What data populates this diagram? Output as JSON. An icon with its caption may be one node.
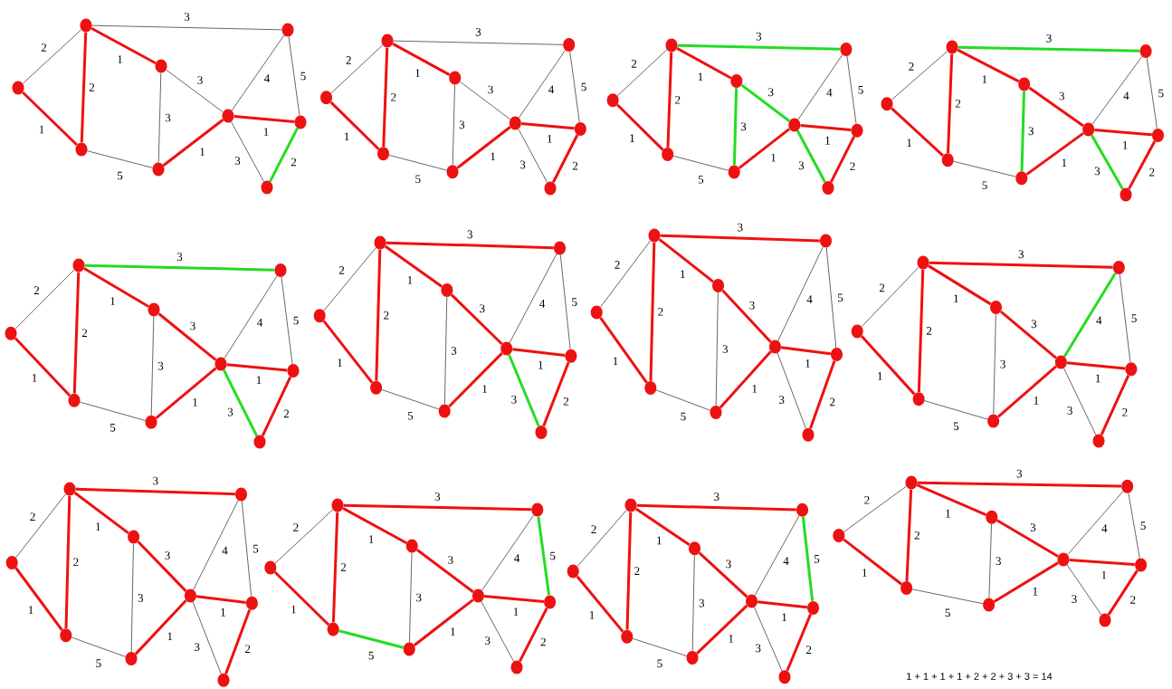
{
  "diagram": {
    "nodes": [
      {
        "text": [],
        "shape": "circle"
      },
      {
        "text": [],
        "shape": "circle"
      },
      {
        "text": [],
        "shape": "circle"
      },
      {
        "text": [],
        "shape": "circle"
      },
      {
        "text": [],
        "shape": "circle"
      },
      {
        "text": [],
        "shape": "circle"
      },
      {
        "text": [],
        "shape": "circle"
      },
      {
        "text": [],
        "shape": "circle"
      },
      {
        "text": [],
        "shape": "circle"
      },
      {
        "text": [],
        "shape": "circle"
      },
      {
        "text": [],
        "shape": "circle"
      },
      {
        "text": [],
        "shape": "circle"
      },
      {
        "text": [],
        "shape": "circle"
      },
      {
        "text": [],
        "shape": "circle"
      },
      {
        "text": [],
        "shape": "circle"
      },
      {
        "text": [],
        "shape": "circle"
      },
      {
        "text": [],
        "shape": "circle"
      },
      {
        "text": [],
        "shape": "circle"
      },
      {
        "text": [],
        "shape": "circle"
      },
      {
        "text": [],
        "shape": "circle"
      },
      {
        "text": [],
        "shape": "circle"
      },
      {
        "text": [],
        "shape": "circle"
      },
      {
        "text": [],
        "shape": "circle"
      },
      {
        "text": [],
        "shape": "circle"
      },
      {
        "text": [],
        "shape": "circle"
      },
      {
        "text": [],
        "shape": "circle"
      },
      {
        "text": [],
        "shape": "circle"
      },
      {
        "text": [],
        "shape": "circle"
      },
      {
        "text": [],
        "shape": "circle"
      },
      {
        "text": [],
        "shape": "circle"
      },
      {
        "text": [],
        "shape": "circle"
      },
      {
        "text": [],
        "shape": "circle"
      },
      {
        "text": [],
        "shape": "circle"
      },
      {
        "text": [],
        "shape": "circle"
      },
      {
        "text": [],
        "shape": "circle"
      },
      {
        "text": [],
        "shape": "circle"
      },
      {
        "text": [],
        "shape": "circle"
      },
      {
        "text": [],
        "shape": "circle"
      },
      {
        "text": [],
        "shape": "circle"
      },
      {
        "text": [],
        "shape": "circle"
      },
      {
        "text": [],
        "shape": "circle"
      },
      {
        "text": [],
        "shape": "circle"
      },
      {
        "text": [],
        "shape": "circle"
      },
      {
        "text": [],
        "shape": "circle"
      },
      {
        "text": [],
        "shape": "circle"
      },
      {
        "text": [],
        "shape": "circle"
      },
      {
        "text": [],
        "shape": "circle"
      },
      {
        "text": [],
        "shape": "circle"
      },
      {
        "text": [],
        "shape": "circle"
      },
      {
        "text": [],
        "shape": "circle"
      },
      {
        "text": [],
        "shape": "circle"
      },
      {
        "text": [],
        "shape": "circle"
      },
      {
        "text": [],
        "shape": "circle"
      },
      {
        "text": [],
        "shape": "circle"
      },
      {
        "text": [],
        "shape": "circle"
      },
      {
        "text": [],
        "shape": "circle"
      },
      {
        "text": [],
        "shape": "circle"
      },
      {
        "text": [],
        "shape": "circle"
      },
      {
        "text": [],
        "shape": "circle"
      },
      {
        "text": [],
        "shape": "circle"
      },
      {
        "text": [],
        "shape": "circle"
      },
      {
        "text": [],
        "shape": "circle"
      },
      {
        "text": [],
        "shape": "circle"
      },
      {
        "text": [],
        "shape": "circle"
      },
      {
        "text": [],
        "shape": "circle"
      },
      {
        "text": [],
        "shape": "circle"
      },
      {
        "text": [],
        "shape": "circle"
      },
      {
        "text": [],
        "shape": "circle"
      },
      {
        "text": [],
        "shape": "circle"
      },
      {
        "text": [],
        "shape": "circle"
      },
      {
        "text": [],
        "shape": "circle"
      },
      {
        "text": [],
        "shape": "circle"
      },
      {
        "text": [],
        "shape": "circle"
      },
      {
        "text": [],
        "shape": "circle"
      },
      {
        "text": [],
        "shape": "circle"
      },
      {
        "text": [],
        "shape": "circle"
      },
      {
        "text": [],
        "shape": "circle"
      },
      {
        "text": [],
        "shape": "circle"
      },
      {
        "text": [],
        "shape": "circle"
      },
      {
        "text": [],
        "shape": "circle"
      },
      {
        "text": [],
        "shape": "circle"
      },
      {
        "text": [],
        "shape": "circle"
      },
      {
        "text": [],
        "shape": "circle"
      },
      {
        "text": [],
        "shape": "circle"
      },
      {
        "text": [],
        "shape": "circle"
      },
      {
        "text": [],
        "shape": "circle"
      },
      {
        "text": [],
        "shape": "circle"
      },
      {
        "text": [],
        "shape": "circle"
      },
      {
        "text": [],
        "shape": "circle"
      },
      {
        "text": [],
        "shape": "circle"
      },
      {
        "text": [],
        "shape": "circle"
      },
      {
        "text": [],
        "shape": "circle"
      },
      {
        "text": [],
        "shape": "circle"
      },
      {
        "text": [],
        "shape": "circle"
      },
      {
        "text": [],
        "shape": "circle"
      },
      {
        "text": [],
        "shape": "circle"
      },
      {
        "text": [],
        "shape": "circle"
      },
      {
        "text": [],
        "shape": "circle"
      },
      {
        "text": [],
        "shape": "circle"
      },
      {
        "text": [],
        "shape": "circle"
      },
      {
        "text": [],
        "shape": "circle"
      },
      {
        "text": [],
        "shape": "circle"
      },
      {
        "text": [],
        "shape": "circle"
      },
      {
        "text": [],
        "shape": "circle"
      },
      {
        "text": [],
        "shape": "circle"
      },
      {
        "text": [],
        "shape": "circle"
      },
      {
        "text": [],
        "shape": "circle"
      },
      {
        "text": [],
        "shape": "circle"
      }
    ],
    "edges": [
      {
        "from": 0,
        "to": 2,
        "arrow": "none",
        "label": "2",
        "color": "#000000"
      },
      {
        "from": 0,
        "to": 1,
        "arrow": "none",
        "label": "1"
      },
      {
        "from": 2,
        "to": 1,
        "arrow": "none",
        "label": "2"
      },
      {
        "from": 2,
        "to": 4,
        "arrow": "none",
        "label": "1"
      },
      {
        "from": 2,
        "to": 7,
        "arrow": "none",
        "label": "3",
        "color": "#000000"
      },
      {
        "from": 1,
        "to": 3,
        "arrow": "none",
        "label": "5",
        "color": "#000000"
      },
      {
        "from": 4,
        "to": 3,
        "arrow": "none",
        "label": "3",
        "color": "#000000"
      },
      {
        "from": 4,
        "to": 5,
        "arrow": "none",
        "label": "3",
        "color": "#000000"
      },
      {
        "from": 3,
        "to": 5,
        "arrow": "none",
        "label": "1"
      },
      {
        "from": 7,
        "to": 5,
        "arrow": "none",
        "label": "4",
        "color": "#000000"
      },
      {
        "from": 7,
        "to": 8,
        "arrow": "none",
        "label": "5",
        "color": "#000000"
      },
      {
        "from": 5,
        "to": 8,
        "arrow": "none",
        "label": "1"
      },
      {
        "from": 5,
        "to": 6,
        "arrow": "none",
        "label": "3",
        "color": "#000000"
      },
      {
        "from": 8,
        "to": 6,
        "arrow": "none",
        "label": "2",
        "color": "#22dd22"
      },
      {
        "from": 9,
        "to": 11,
        "arrow": "none",
        "label": "2",
        "color": "#000000"
      },
      {
        "from": 9,
        "to": 10,
        "arrow": "none",
        "label": "1"
      },
      {
        "from": 11,
        "to": 10,
        "arrow": "none",
        "label": "2"
      },
      {
        "from": 11,
        "to": 13,
        "arrow": "none",
        "label": "1"
      },
      {
        "from": 11,
        "to": 16,
        "arrow": "none",
        "label": "3",
        "color": "#000000"
      },
      {
        "from": 10,
        "to": 12,
        "arrow": "none",
        "label": "5",
        "color": "#000000"
      },
      {
        "from": 13,
        "to": 12,
        "arrow": "none",
        "label": "3",
        "color": "#000000"
      },
      {
        "from": 13,
        "to": 14,
        "arrow": "none",
        "label": "3",
        "color": "#000000"
      },
      {
        "from": 12,
        "to": 14,
        "arrow": "none",
        "label": "1"
      },
      {
        "from": 16,
        "to": 14,
        "arrow": "none",
        "label": "4",
        "color": "#000000"
      },
      {
        "from": 16,
        "to": 17,
        "arrow": "none",
        "label": "5",
        "color": "#000000"
      },
      {
        "from": 14,
        "to": 17,
        "arrow": "none",
        "label": "1"
      },
      {
        "from": 14,
        "to": 15,
        "arrow": "none",
        "label": "3",
        "color": "#000000"
      },
      {
        "from": 17,
        "to": 15,
        "arrow": "none",
        "label": "2"
      },
      {
        "from": 18,
        "to": 20,
        "arrow": "none",
        "label": "2",
        "color": "#000000"
      },
      {
        "from": 18,
        "to": 19,
        "arrow": "none",
        "label": "1"
      },
      {
        "from": 20,
        "to": 19,
        "arrow": "none",
        "label": "2"
      },
      {
        "from": 20,
        "to": 22,
        "arrow": "none",
        "label": "1"
      },
      {
        "from": 20,
        "to": 25,
        "arrow": "none",
        "label": "3",
        "color": "#22dd22"
      },
      {
        "from": 19,
        "to": 21,
        "arrow": "none",
        "label": "5",
        "color": "#000000"
      },
      {
        "from": 22,
        "to": 21,
        "arrow": "none",
        "label": "3",
        "color": "#22dd22"
      },
      {
        "from": 22,
        "to": 23,
        "arrow": "none",
        "label": "3",
        "color": "#22dd22"
      },
      {
        "from": 21,
        "to": 23,
        "arrow": "none",
        "label": "1"
      },
      {
        "from": 25,
        "to": 23,
        "arrow": "none",
        "label": "4",
        "color": "#000000"
      },
      {
        "from": 25,
        "to": 26,
        "arrow": "none",
        "label": "5",
        "color": "#000000"
      },
      {
        "from": 23,
        "to": 26,
        "arrow": "none",
        "label": "1"
      },
      {
        "from": 23,
        "to": 24,
        "arrow": "none",
        "label": "3",
        "color": "#22dd22"
      },
      {
        "from": 26,
        "to": 24,
        "arrow": "none",
        "label": "2"
      },
      {
        "from": 27,
        "to": 29,
        "arrow": "none",
        "label": "2",
        "color": "#000000"
      },
      {
        "from": 27,
        "to": 28,
        "arrow": "none",
        "label": "1"
      },
      {
        "from": 29,
        "to": 28,
        "arrow": "none",
        "label": "2"
      },
      {
        "from": 29,
        "to": 31,
        "arrow": "none",
        "label": "1"
      },
      {
        "from": 29,
        "to": 34,
        "arrow": "none",
        "label": "3",
        "color": "#22dd22"
      },
      {
        "from": 28,
        "to": 30,
        "arrow": "none",
        "label": "5",
        "color": "#000000"
      },
      {
        "from": 31,
        "to": 30,
        "arrow": "none",
        "label": "3",
        "color": "#22dd22"
      },
      {
        "from": 31,
        "to": 32,
        "arrow": "none",
        "label": "3"
      },
      {
        "from": 30,
        "to": 32,
        "arrow": "none",
        "label": "1"
      },
      {
        "from": 34,
        "to": 32,
        "arrow": "none",
        "label": "4",
        "color": "#000000"
      },
      {
        "from": 34,
        "to": 35,
        "arrow": "none",
        "label": "5",
        "color": "#000000"
      },
      {
        "from": 32,
        "to": 35,
        "arrow": "none",
        "label": "1"
      },
      {
        "from": 32,
        "to": 33,
        "arrow": "none",
        "label": "3",
        "color": "#22dd22"
      },
      {
        "from": 35,
        "to": 33,
        "arrow": "none",
        "label": "2"
      },
      {
        "from": 36,
        "to": 38,
        "arrow": "none",
        "label": "2",
        "color": "#000000"
      },
      {
        "from": 36,
        "to": 37,
        "arrow": "none",
        "label": "1"
      },
      {
        "from": 38,
        "to": 37,
        "arrow": "none",
        "label": "2"
      },
      {
        "from": 38,
        "to": 40,
        "arrow": "none",
        "label": "1"
      },
      {
        "from": 38,
        "to": 43,
        "arrow": "none",
        "label": "3",
        "color": "#22dd22"
      },
      {
        "from": 37,
        "to": 39,
        "arrow": "none",
        "label": "5",
        "color": "#000000"
      },
      {
        "from": 40,
        "to": 39,
        "arrow": "none",
        "label": "3",
        "color": "#000000"
      },
      {
        "from": 40,
        "to": 41,
        "arrow": "none",
        "label": "3"
      },
      {
        "from": 39,
        "to": 41,
        "arrow": "none",
        "label": "1"
      },
      {
        "from": 43,
        "to": 41,
        "arrow": "none",
        "label": "4",
        "color": "#000000"
      },
      {
        "from": 43,
        "to": 44,
        "arrow": "none",
        "label": "5",
        "color": "#000000"
      },
      {
        "from": 41,
        "to": 44,
        "arrow": "none",
        "label": "1"
      },
      {
        "from": 41,
        "to": 42,
        "arrow": "none",
        "label": "3",
        "color": "#22dd22"
      },
      {
        "from": 44,
        "to": 42,
        "arrow": "none",
        "label": "2"
      },
      {
        "from": 45,
        "to": 47,
        "arrow": "none",
        "label": "2",
        "color": "#000000"
      },
      {
        "from": 45,
        "to": 46,
        "arrow": "none",
        "label": "1"
      },
      {
        "from": 47,
        "to": 46,
        "arrow": "none",
        "label": "2"
      },
      {
        "from": 47,
        "to": 49,
        "arrow": "none",
        "label": "1"
      },
      {
        "from": 47,
        "to": 52,
        "arrow": "none",
        "label": "3"
      },
      {
        "from": 46,
        "to": 48,
        "arrow": "none",
        "label": "5",
        "color": "#000000"
      },
      {
        "from": 49,
        "to": 48,
        "arrow": "none",
        "label": "3",
        "color": "#000000"
      },
      {
        "from": 49,
        "to": 50,
        "arrow": "none",
        "label": "3"
      },
      {
        "from": 48,
        "to": 50,
        "arrow": "none",
        "label": "1"
      },
      {
        "from": 52,
        "to": 50,
        "arrow": "none",
        "label": "4",
        "color": "#000000"
      },
      {
        "from": 52,
        "to": 53,
        "arrow": "none",
        "label": "5",
        "color": "#000000"
      },
      {
        "from": 50,
        "to": 53,
        "arrow": "none",
        "label": "1"
      },
      {
        "from": 50,
        "to": 51,
        "arrow": "none",
        "label": "3",
        "color": "#22dd22"
      },
      {
        "from": 53,
        "to": 51,
        "arrow": "none",
        "label": "2"
      },
      {
        "from": 54,
        "to": 56,
        "arrow": "none",
        "label": "2",
        "color": "#000000"
      },
      {
        "from": 54,
        "to": 55,
        "arrow": "none",
        "label": "1"
      },
      {
        "from": 56,
        "to": 55,
        "arrow": "none",
        "label": "2"
      },
      {
        "from": 56,
        "to": 58,
        "arrow": "none",
        "label": "1"
      },
      {
        "from": 56,
        "to": 61,
        "arrow": "none",
        "label": "3"
      },
      {
        "from": 55,
        "to": 57,
        "arrow": "none",
        "label": "5",
        "color": "#000000"
      },
      {
        "from": 58,
        "to": 57,
        "arrow": "none",
        "label": "3",
        "color": "#000000"
      },
      {
        "from": 58,
        "to": 59,
        "arrow": "none",
        "label": "3"
      },
      {
        "from": 57,
        "to": 59,
        "arrow": "none",
        "label": "1"
      },
      {
        "from": 61,
        "to": 59,
        "arrow": "none",
        "label": "4",
        "color": "#000000"
      },
      {
        "from": 61,
        "to": 62,
        "arrow": "none",
        "label": "5",
        "color": "#000000"
      },
      {
        "from": 59,
        "to": 62,
        "arrow": "none",
        "label": "1"
      },
      {
        "from": 59,
        "to": 60,
        "arrow": "none",
        "label": "3",
        "color": "#000000"
      },
      {
        "from": 62,
        "to": 60,
        "arrow": "none",
        "label": "2"
      },
      {
        "from": 63,
        "to": 65,
        "arrow": "none",
        "label": "2",
        "color": "#000000"
      },
      {
        "from": 63,
        "to": 64,
        "arrow": "none",
        "label": "1"
      },
      {
        "from": 65,
        "to": 64,
        "arrow": "none",
        "label": "2"
      },
      {
        "from": 65,
        "to": 67,
        "arrow": "none",
        "label": "1"
      },
      {
        "from": 65,
        "to": 70,
        "arrow": "none",
        "label": "3"
      },
      {
        "from": 64,
        "to": 66,
        "arrow": "none",
        "label": "5",
        "color": "#000000"
      },
      {
        "from": 67,
        "to": 66,
        "arrow": "none",
        "label": "3",
        "color": "#000000"
      },
      {
        "from": 67,
        "to": 68,
        "arrow": "none",
        "label": "3"
      },
      {
        "from": 66,
        "to": 68,
        "arrow": "none",
        "label": "1"
      },
      {
        "from": 70,
        "to": 68,
        "arrow": "none",
        "label": "4",
        "color": "#22dd22"
      },
      {
        "from": 70,
        "to": 71,
        "arrow": "none",
        "label": "5",
        "color": "#000000"
      },
      {
        "from": 68,
        "to": 71,
        "arrow": "none",
        "label": "1"
      },
      {
        "from": 68,
        "to": 69,
        "arrow": "none",
        "label": "3",
        "color": "#000000"
      },
      {
        "from": 71,
        "to": 69,
        "arrow": "none",
        "label": "2"
      },
      {
        "from": 72,
        "to": 74,
        "arrow": "none",
        "label": "2",
        "color": "#000000"
      },
      {
        "from": 72,
        "to": 73,
        "arrow": "none",
        "label": "1"
      },
      {
        "from": 74,
        "to": 73,
        "arrow": "none",
        "label": "2"
      },
      {
        "from": 74,
        "to": 76,
        "arrow": "none",
        "label": "1"
      },
      {
        "from": 74,
        "to": 79,
        "arrow": "none",
        "label": "3"
      },
      {
        "from": 73,
        "to": 75,
        "arrow": "none",
        "label": "5",
        "color": "#000000"
      },
      {
        "from": 76,
        "to": 75,
        "arrow": "none",
        "label": "3",
        "color": "#000000"
      },
      {
        "from": 76,
        "to": 77,
        "arrow": "none",
        "label": "3"
      },
      {
        "from": 75,
        "to": 77,
        "arrow": "none",
        "label": "1"
      },
      {
        "from": 79,
        "to": 77,
        "arrow": "none",
        "label": "4",
        "color": "#000000"
      },
      {
        "from": 79,
        "to": 80,
        "arrow": "none",
        "label": "5",
        "color": "#000000"
      },
      {
        "from": 77,
        "to": 80,
        "arrow": "none",
        "label": "1"
      },
      {
        "from": 77,
        "to": 78,
        "arrow": "none",
        "label": "3",
        "color": "#000000"
      },
      {
        "from": 80,
        "to": 78,
        "arrow": "none",
        "label": "2"
      },
      {
        "from": 81,
        "to": 83,
        "arrow": "none",
        "label": "2",
        "color": "#000000"
      },
      {
        "from": 81,
        "to": 82,
        "arrow": "none",
        "label": "1"
      },
      {
        "from": 83,
        "to": 82,
        "arrow": "none",
        "label": "2"
      },
      {
        "from": 83,
        "to": 85,
        "arrow": "none",
        "label": "1"
      },
      {
        "from": 83,
        "to": 88,
        "arrow": "none",
        "label": "3"
      },
      {
        "from": 82,
        "to": 84,
        "arrow": "none",
        "label": "5",
        "color": "#22dd22"
      },
      {
        "from": 85,
        "to": 84,
        "arrow": "none",
        "label": "3",
        "color": "#000000"
      },
      {
        "from": 85,
        "to": 86,
        "arrow": "none",
        "label": "3"
      },
      {
        "from": 84,
        "to": 86,
        "arrow": "none",
        "label": "1"
      },
      {
        "from": 88,
        "to": 86,
        "arrow": "none",
        "label": "4",
        "color": "#000000"
      },
      {
        "from": 88,
        "to": 89,
        "arrow": "none",
        "label": "5",
        "color": "#22dd22"
      },
      {
        "from": 86,
        "to": 89,
        "arrow": "none",
        "label": "1"
      },
      {
        "from": 86,
        "to": 87,
        "arrow": "none",
        "label": "3",
        "color": "#000000"
      },
      {
        "from": 89,
        "to": 87,
        "arrow": "none",
        "label": "2"
      },
      {
        "from": 90,
        "to": 92,
        "arrow": "none",
        "label": "2",
        "color": "#000000"
      },
      {
        "from": 90,
        "to": 91,
        "arrow": "none",
        "label": "1"
      },
      {
        "from": 92,
        "to": 91,
        "arrow": "none",
        "label": "2"
      },
      {
        "from": 92,
        "to": 94,
        "arrow": "none",
        "label": "1"
      },
      {
        "from": 92,
        "to": 97,
        "arrow": "none",
        "label": "3"
      },
      {
        "from": 91,
        "to": 93,
        "arrow": "none",
        "label": "5",
        "color": "#000000"
      },
      {
        "from": 94,
        "to": 93,
        "arrow": "none",
        "label": "3",
        "color": "#000000"
      },
      {
        "from": 94,
        "to": 95,
        "arrow": "none",
        "label": "3"
      },
      {
        "from": 93,
        "to": 95,
        "arrow": "none",
        "label": "1"
      },
      {
        "from": 97,
        "to": 95,
        "arrow": "none",
        "label": "4",
        "color": "#000000"
      },
      {
        "from": 97,
        "to": 98,
        "arrow": "none",
        "label": "5",
        "color": "#22dd22"
      },
      {
        "from": 95,
        "to": 98,
        "arrow": "none",
        "label": "1"
      },
      {
        "from": 95,
        "to": 96,
        "arrow": "none",
        "label": "3",
        "color": "#000000"
      },
      {
        "from": 98,
        "to": 96,
        "arrow": "none",
        "label": "2"
      },
      {
        "from": 99,
        "to": 101,
        "arrow": "none",
        "label": "2",
        "color": "#000000"
      },
      {
        "from": 99,
        "to": 100,
        "arrow": "none",
        "label": "1"
      },
      {
        "from": 101,
        "to": 100,
        "arrow": "none",
        "label": "2"
      },
      {
        "from": 101,
        "to": 103,
        "arrow": "none",
        "label": "1"
      },
      {
        "from": 101,
        "to": 106,
        "arrow": "none",
        "label": "3"
      },
      {
        "from": 100,
        "to": 102,
        "arrow": "none",
        "label": "5",
        "color": "#000000"
      },
      {
        "from": 103,
        "to": 102,
        "arrow": "none",
        "label": "3",
        "color": "#000000"
      },
      {
        "from": 103,
        "to": 104,
        "arrow": "none",
        "label": "3"
      },
      {
        "from": 102,
        "to": 104,
        "arrow": "none",
        "label": "1"
      },
      {
        "from": 106,
        "to": 104,
        "arrow": "none",
        "label": "4",
        "color": "#000000"
      },
      {
        "from": 106,
        "to": 107,
        "arrow": "none",
        "label": "5",
        "color": "#000000"
      },
      {
        "from": 104,
        "to": 107,
        "arrow": "none",
        "label": "1"
      },
      {
        "from": 104,
        "to": 105,
        "arrow": "none",
        "label": "3",
        "color": "#000000"
      },
      {
        "from": 107,
        "to": 105,
        "arrow": "none",
        "label": "2"
      }
    ],
    "labels": [
      "1 + 1 + 1 + 1 + 2 + 2 + 3 + 3 = 14"
    ]
  }
}
